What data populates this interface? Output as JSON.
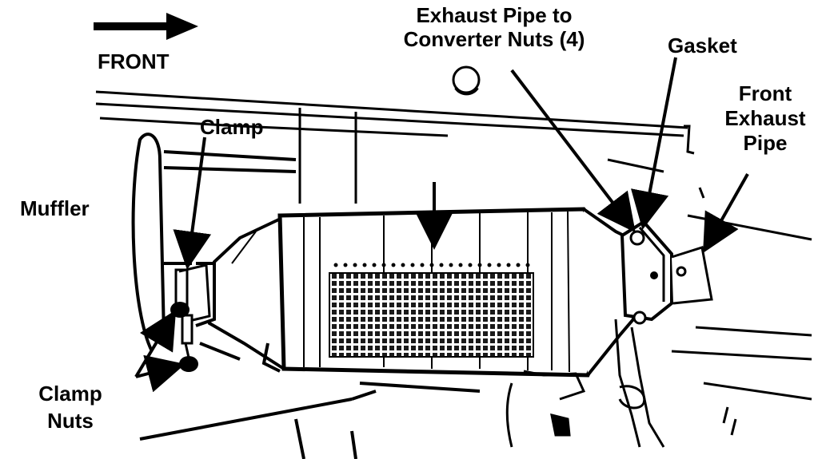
{
  "labels": {
    "front": "FRONT",
    "exhaust_pipe_nuts_line1": "Exhaust Pipe to",
    "exhaust_pipe_nuts_line2": "Converter Nuts (4)",
    "gasket": "Gasket",
    "front_exhaust_pipe_line1": "Front",
    "front_exhaust_pipe_line2": "Exhaust",
    "front_exhaust_pipe_line3": "Pipe",
    "clamp": "Clamp",
    "muffler": "Muffler",
    "clamp_nuts_line1": "Clamp",
    "clamp_nuts_line2": "Nuts"
  },
  "colors": {
    "ink": "#000000",
    "paper": "#ffffff",
    "grid_fill": "#1a1a1a"
  }
}
